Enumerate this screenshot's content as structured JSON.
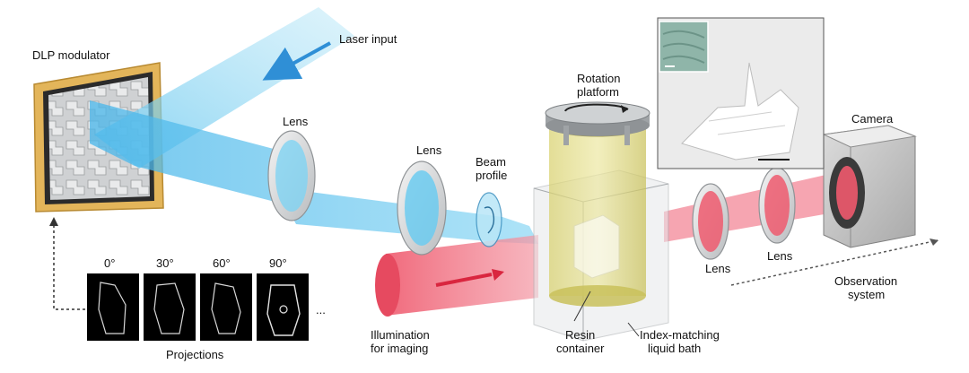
{
  "labels": {
    "dlp_modulator": "DLP modulator",
    "laser_input": "Laser input",
    "lens_1": "Lens",
    "lens_2": "Lens",
    "beam_profile_line1": "Beam",
    "beam_profile_line2": "profile",
    "rotation_platform_line1": "Rotation",
    "rotation_platform_line2": "platform",
    "camera": "Camera",
    "lens_3": "Lens",
    "lens_4": "Lens",
    "observation_line1": "Observation",
    "observation_line2": "system",
    "illumination_line1": "Illumination",
    "illumination_line2": "for imaging",
    "resin_line1": "Resin",
    "resin_line2": "container",
    "bath_line1": "Index-matching",
    "bath_line2": "liquid bath",
    "projections": "Projections",
    "ellipsis": "..."
  },
  "projection_angles": [
    "0°",
    "30°",
    "60°",
    "90°"
  ],
  "colors": {
    "laser_blue": "#5ec4ee",
    "illumination_red": "#ef5a6e",
    "resin_yellow": "#d9d27a",
    "frame_gold": "#e3b55a",
    "arrow_blue": "#2f8fd6",
    "arrow_red": "#d9263f"
  }
}
